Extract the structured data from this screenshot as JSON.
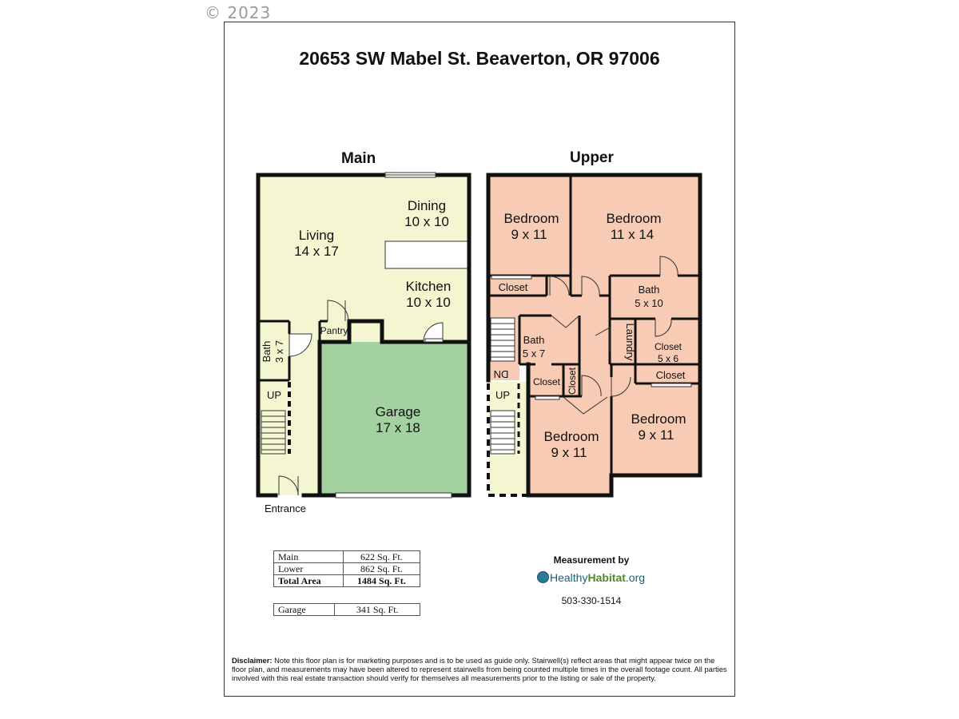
{
  "copyright": "© 2023",
  "title": "20653 SW Mabel St. Beaverton, OR 97006",
  "levels": {
    "main": "Main",
    "upper": "Upper"
  },
  "rooms": {
    "living_name": "Living",
    "living_size": "14 x 17",
    "dining_name": "Dining",
    "dining_size": "10 x 10",
    "kitchen_name": "Kitchen",
    "kitchen_size": "10 x 10",
    "pantry": "Pantry",
    "bath_main_name": "Bath",
    "bath_main_size": "3 x 7",
    "up_main": "UP",
    "garage_name": "Garage",
    "garage_size": "17 x 18",
    "entrance": "Entrance",
    "bed1_name": "Bedroom",
    "bed1_size": "9 x 11",
    "bed2_name": "Bedroom",
    "bed2_size": "11 x 14",
    "closet1": "Closet",
    "bath_up1_name": "Bath",
    "bath_up1_size": "5 x 10",
    "laundry": "Laundry",
    "closet2_name": "Closet",
    "closet2_size": "5 x 6",
    "closet3": "Closet",
    "bath_up2_name": "Bath",
    "bath_up2_size": "5 x 7",
    "dn": "DN",
    "closet4": "Closet",
    "closet5": "Closet",
    "up_upper": "UP",
    "bed3_name": "Bedroom",
    "bed3_size": "9 x 11",
    "bed4_name": "Bedroom",
    "bed4_size": "9 x 11"
  },
  "area_table": [
    {
      "label": "Main",
      "value": "622 Sq. Ft.",
      "bold": false
    },
    {
      "label": "Lower",
      "value": "862 Sq. Ft.",
      "bold": false
    },
    {
      "label": "Total Area",
      "value": "1484 Sq. Ft.",
      "bold": true
    }
  ],
  "garage_table": {
    "label": "Garage",
    "value": "341 Sq. Ft."
  },
  "measurement": {
    "by": "Measurement by",
    "logo_a": "Healthy",
    "logo_b": "Habitat",
    "logo_c": ".org",
    "phone": "503-330-1514"
  },
  "disclaimer": {
    "label": "Disclaimer:",
    "text": " Note this floor plan is for marketing purposes and is to be used as guide only.  Stairwell(s) reflect areas that might appear twice on the floor plan, and measurements may have been altered to represent stairwells from being counted multiple times in the overall footage count.  All parties involved with this real estate transaction should verify for themselves all measurements prior to the listing or sale of the property."
  },
  "colors": {
    "main_fill": "#f4f6d2",
    "garage_fill": "#a3d1a0",
    "upper_fill": "#f8cbb4",
    "stair_fill": "#f4f6d2",
    "wall": "#111111"
  }
}
